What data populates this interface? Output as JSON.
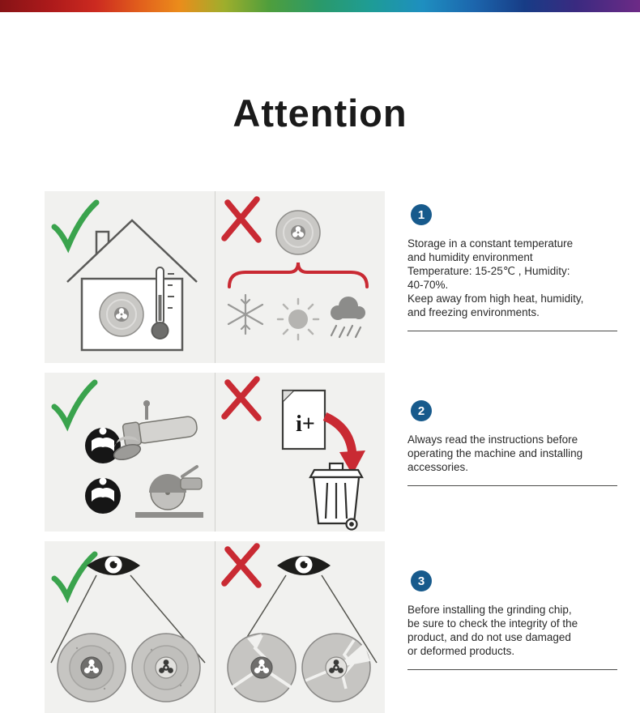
{
  "page": {
    "title": "Attention"
  },
  "colors": {
    "badge_blue": "#175a8c",
    "check_green": "#3aa34d",
    "cross_red": "#c92a33",
    "panel_bg": "#f1f1ef"
  },
  "icons": {
    "check": "✓",
    "cross": "✕",
    "snowflake": "❄",
    "sun": "☀",
    "rain_cloud": "☂",
    "eye": "👁",
    "house": "⌂",
    "trash_bin": "🗑",
    "manual_book": "📖"
  },
  "labels": {
    "manual_icon_text": "i+"
  },
  "sections": [
    {
      "number": "1",
      "text": "Storage in a constant temperature\nand humidity environment\nTemperature: 15-25℃ , Humidity:\n40-70%.\nKeep away from high heat, humidity,\nand freezing environments."
    },
    {
      "number": "2",
      "text": "Always read the instructions before\noperating the machine and installing\naccessories."
    },
    {
      "number": "3",
      "text": "Before installing the grinding chip,\nbe sure to check the integrity of the\nproduct, and do not use damaged\nor deformed products."
    }
  ]
}
